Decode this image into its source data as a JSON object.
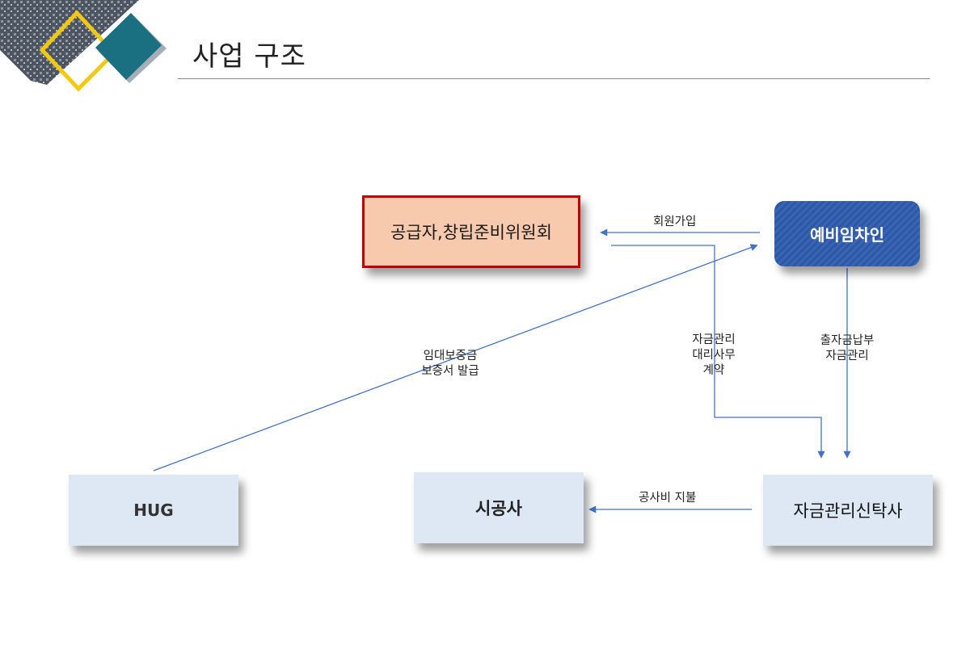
{
  "header": {
    "title": "사업 구조"
  },
  "nodes": {
    "supplier": "공급자,창립준비위원회",
    "tenant": "예비임차인",
    "hug": "HUG",
    "builder": "시공사",
    "trust": "자금관리신탁사"
  },
  "edges": {
    "membership": "회원가입",
    "fund_contract": [
      "자금관리",
      "대리사무",
      "계약"
    ],
    "payment": [
      "출자금납부",
      "자금관리"
    ],
    "guarantee": [
      "임대보증금",
      "보증서 발급"
    ],
    "construction": "공사비 지불"
  },
  "colors": {
    "arrow": "#4472c4",
    "supplier_fill": "#f7c9ad",
    "supplier_border": "#c00000",
    "tenant_fill": "#2e58a6",
    "light_box": "#dde8f4"
  }
}
